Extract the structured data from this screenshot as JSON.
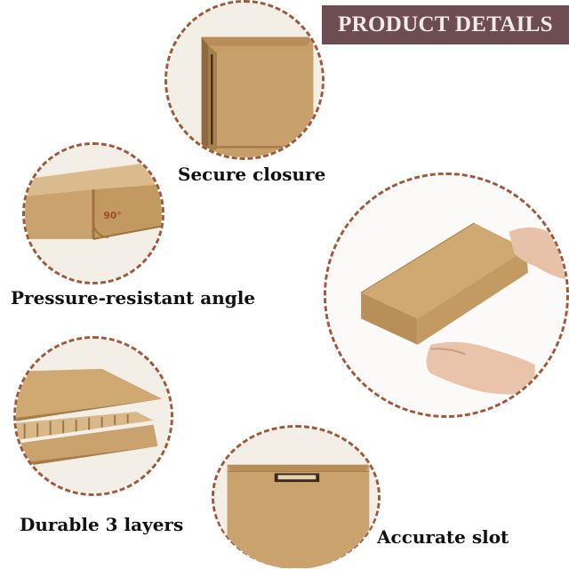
{
  "banner": {
    "title": "PRODUCT DETAILS",
    "background": "#6e4d52"
  },
  "features": [
    {
      "caption": "Secure closure"
    },
    {
      "caption": "Pressure-resistant angle",
      "angle_label": "90°"
    },
    {
      "caption": "Durable 3 layers"
    },
    {
      "caption": "Accurate slot"
    }
  ],
  "colors": {
    "dashed_border": "#a0583a",
    "kraft": "#c9a26d"
  }
}
